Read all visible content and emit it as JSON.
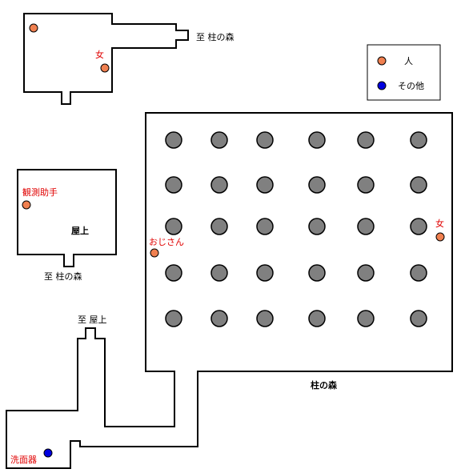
{
  "colors": {
    "person": "#f08050",
    "other": "#0000e0",
    "label_red": "#e00000",
    "pillar": "#808080"
  },
  "legend": {
    "person_label": "人",
    "other_label": "その他"
  },
  "rooms": {
    "room1": {
      "exit_label": "至 柱の森",
      "person_label": "女"
    },
    "rooftop": {
      "name": "屋上",
      "person_label": "観測助手",
      "exit_label": "至 柱の森"
    },
    "corridor": {
      "exit_label": "至 屋上",
      "washroom_label": "洗面器"
    },
    "forest": {
      "name": "柱の森",
      "person_left_label": "おじさん",
      "person_right_label": "女"
    }
  }
}
